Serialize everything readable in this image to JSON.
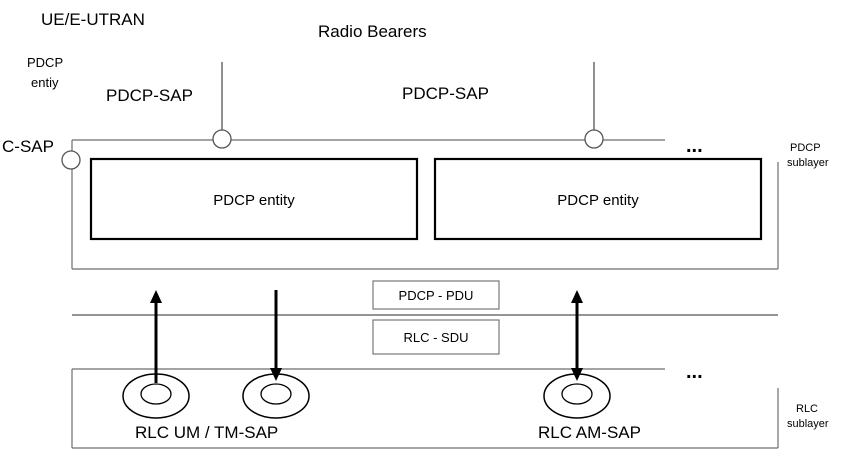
{
  "header": {
    "title": "UE/E-UTRAN",
    "radio_bearers": "Radio Bearers",
    "pdcp_entity_label_line1": "PDCP",
    "pdcp_entity_label_line2": "entiy"
  },
  "saps": {
    "left_sap": "PDCP-SAP",
    "right_sap": "PDCP-SAP",
    "c_sap": "C-SAP",
    "rlc_um_tm": "RLC UM / TM-SAP",
    "rlc_am": "RLC AM-SAP"
  },
  "entities": {
    "left": "PDCP entity",
    "right": "PDCP entity"
  },
  "pdu_labels": {
    "pdcp_pdu": "PDCP - PDU",
    "rlc_sdu": "RLC - SDU"
  },
  "sublayers": {
    "pdcp_line1": "PDCP",
    "pdcp_line2": "sublayer",
    "rlc_line1": "RLC",
    "rlc_line2": "sublayer"
  },
  "ellipsis": {
    "top": "...",
    "bottom": "..."
  },
  "colors": {
    "stroke": "#000000",
    "box_border": "#6e6e6e",
    "line": "#555555",
    "background": "#ffffff"
  }
}
